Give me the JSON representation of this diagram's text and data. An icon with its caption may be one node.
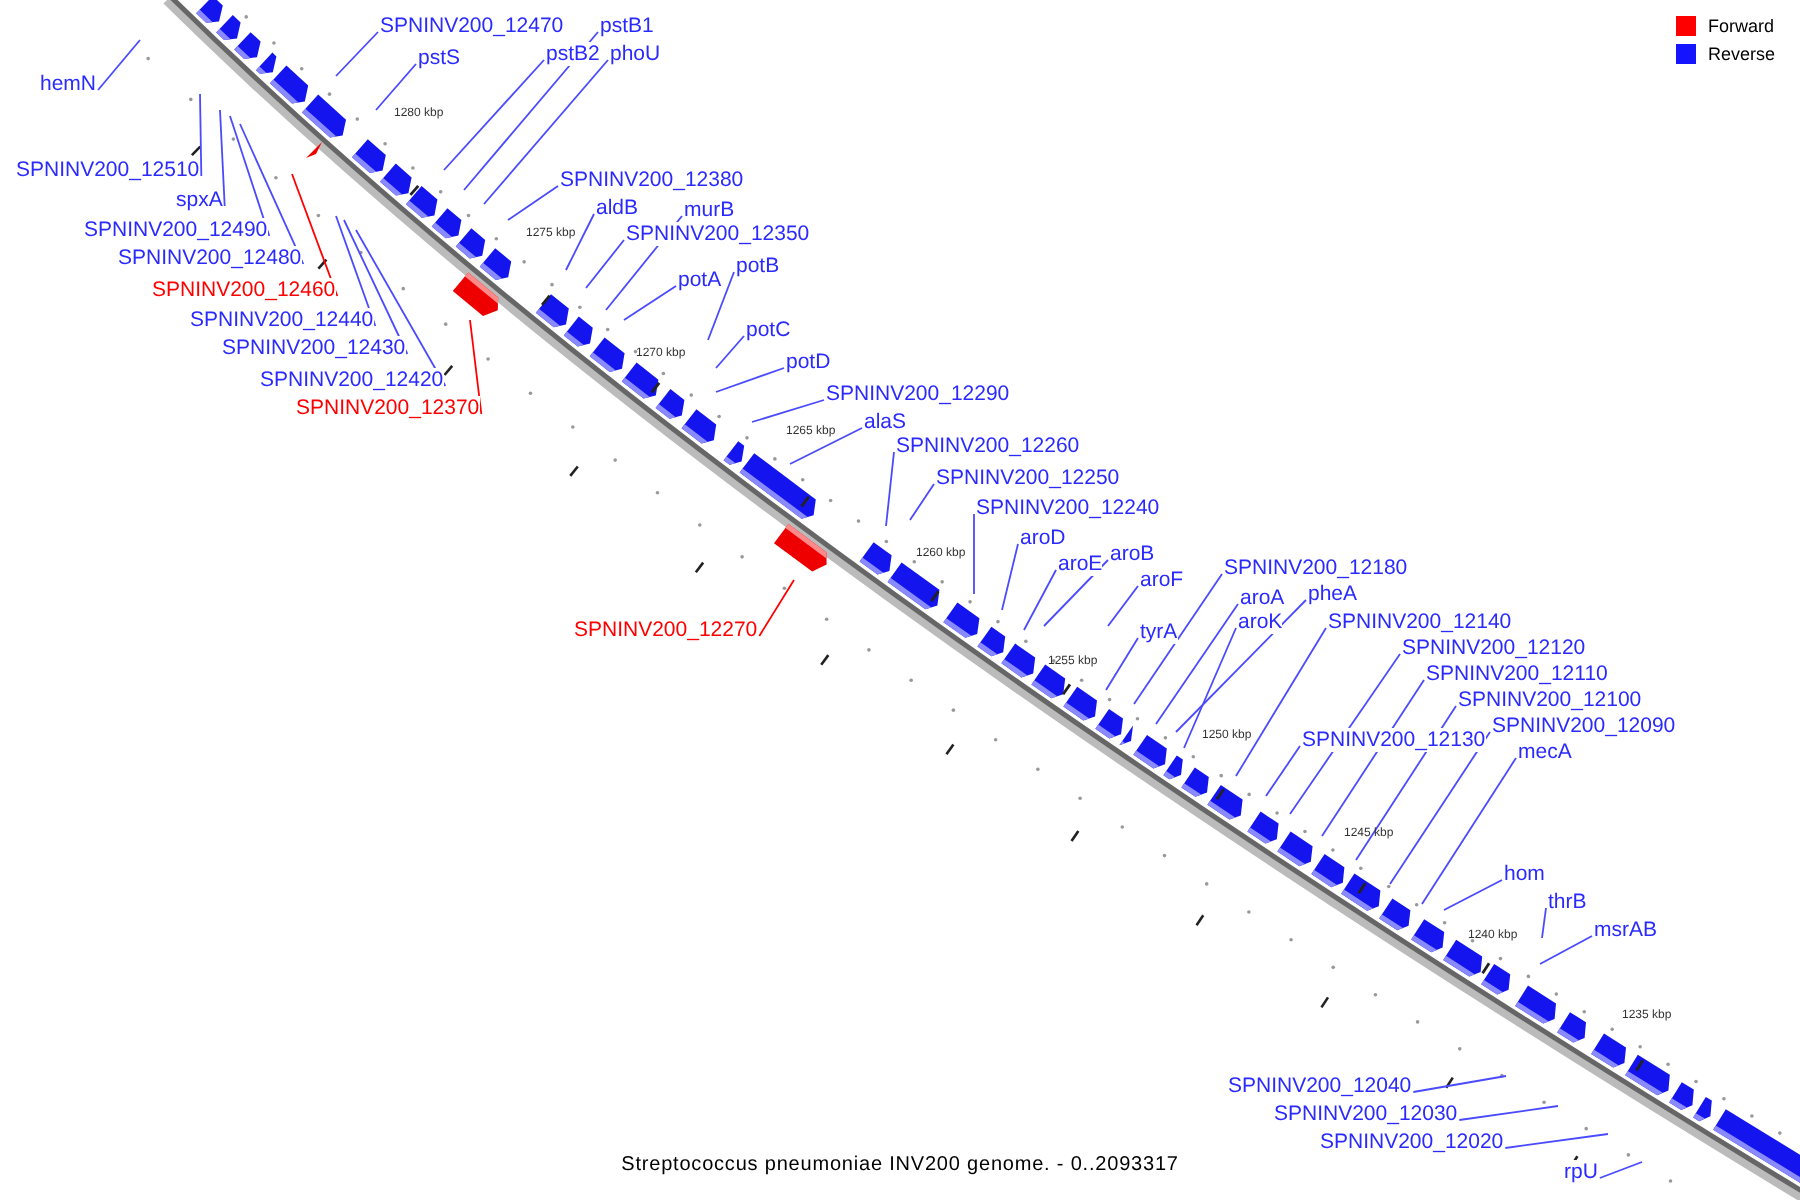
{
  "diagram": {
    "caption": "Streptococcus pneumoniae INV200 genome. - 0..2093317",
    "nodes": [
      {
        "text": [
          "hemN"
        ]
      },
      {
        "text": [
          "SPNINV200_12470"
        ]
      },
      {
        "text": [
          "pstS"
        ]
      },
      {
        "text": [
          "pstB1"
        ]
      },
      {
        "text": [
          "pstB2"
        ]
      },
      {
        "text": [
          "phoU"
        ]
      },
      {
        "text": [
          "SPNINV200_12510"
        ]
      },
      {
        "text": [
          "spxA"
        ]
      },
      {
        "text": [
          "SPNINV200_12490"
        ]
      },
      {
        "text": [
          "SPNINV200_12480"
        ]
      },
      {
        "text": [
          "SPNINV200_12460"
        ]
      },
      {
        "text": [
          "SPNINV200_12440"
        ]
      },
      {
        "text": [
          "SPNINV200_12430"
        ]
      },
      {
        "text": [
          "SPNINV200_12420"
        ]
      },
      {
        "text": [
          "SPNINV200_12370"
        ]
      },
      {
        "text": [
          "SPNINV200_12380"
        ]
      },
      {
        "text": [
          "aldB"
        ]
      },
      {
        "text": [
          "murB"
        ]
      },
      {
        "text": [
          "SPNINV200_12350"
        ]
      },
      {
        "text": [
          "potA"
        ]
      },
      {
        "text": [
          "potB"
        ]
      },
      {
        "text": [
          "potC"
        ]
      },
      {
        "text": [
          "potD"
        ]
      },
      {
        "text": [
          "SPNINV200_12290"
        ]
      },
      {
        "text": [
          "alaS"
        ]
      },
      {
        "text": [
          "SPNINV200_12260"
        ]
      },
      {
        "text": [
          "SPNINV200_12250"
        ]
      },
      {
        "text": [
          "SPNINV200_12240"
        ]
      },
      {
        "text": [
          "aroD"
        ]
      },
      {
        "text": [
          "aroE"
        ]
      },
      {
        "text": [
          "aroB"
        ]
      },
      {
        "text": [
          "aroF"
        ]
      },
      {
        "text": [
          "SPNINV200_12270"
        ]
      },
      {
        "text": [
          "SPNINV200_12180"
        ]
      },
      {
        "text": [
          "aroA"
        ]
      },
      {
        "text": [
          "pheA"
        ]
      },
      {
        "text": [
          "tyrA"
        ]
      },
      {
        "text": [
          "aroK"
        ]
      },
      {
        "text": [
          "SPNINV200_12140"
        ]
      },
      {
        "text": [
          "SPNINV200_12120"
        ]
      },
      {
        "text": [
          "SPNINV200_12110"
        ]
      },
      {
        "text": [
          "SPNINV200_12100"
        ]
      },
      {
        "text": [
          "SPNINV200_12090"
        ]
      },
      {
        "text": [
          "SPNINV200_12130"
        ]
      },
      {
        "text": [
          "mecA"
        ]
      },
      {
        "text": [
          "hom"
        ]
      },
      {
        "text": [
          "thrB"
        ]
      },
      {
        "text": [
          "msrAB"
        ]
      },
      {
        "text": [
          "SPNINV200_12040"
        ]
      },
      {
        "text": [
          "SPNINV200_12030"
        ]
      },
      {
        "text": [
          "SPNINV200_12020"
        ]
      },
      {
        "text": [
          "rpU"
        ]
      }
    ],
    "edges": [
      {
        "from": 0,
        "to": null,
        "arrow": "none"
      },
      {
        "from": 1,
        "to": null,
        "arrow": "none"
      },
      {
        "from": 2,
        "to": null,
        "arrow": "none"
      },
      {
        "from": 3,
        "to": null,
        "arrow": "none"
      },
      {
        "from": 4,
        "to": null,
        "arrow": "none"
      },
      {
        "from": 5,
        "to": null,
        "arrow": "none"
      },
      {
        "from": 6,
        "to": null,
        "arrow": "none"
      },
      {
        "from": 7,
        "to": null,
        "arrow": "none"
      },
      {
        "from": 8,
        "to": null,
        "arrow": "none"
      },
      {
        "from": 9,
        "to": null,
        "arrow": "none"
      },
      {
        "from": 10,
        "to": null,
        "arrow": "none",
        "color": "#ff0000"
      },
      {
        "from": 11,
        "to": null,
        "arrow": "none"
      },
      {
        "from": 12,
        "to": null,
        "arrow": "none"
      },
      {
        "from": 13,
        "to": null,
        "arrow": "none"
      },
      {
        "from": 14,
        "to": null,
        "arrow": "none",
        "color": "#ff0000"
      },
      {
        "from": 15,
        "to": null,
        "arrow": "none"
      },
      {
        "from": 16,
        "to": null,
        "arrow": "none"
      },
      {
        "from": 17,
        "to": null,
        "arrow": "none"
      },
      {
        "from": 18,
        "to": null,
        "arrow": "none"
      },
      {
        "from": 19,
        "to": null,
        "arrow": "none"
      },
      {
        "from": 20,
        "to": null,
        "arrow": "none"
      },
      {
        "from": 21,
        "to": null,
        "arrow": "none"
      },
      {
        "from": 22,
        "to": null,
        "arrow": "none"
      },
      {
        "from": 23,
        "to": null,
        "arrow": "none"
      },
      {
        "from": 24,
        "to": null,
        "arrow": "none"
      },
      {
        "from": 25,
        "to": null,
        "arrow": "none"
      },
      {
        "from": 26,
        "to": null,
        "arrow": "none"
      },
      {
        "from": 27,
        "to": null,
        "arrow": "none"
      },
      {
        "from": 28,
        "to": null,
        "arrow": "none"
      },
      {
        "from": 29,
        "to": null,
        "arrow": "none"
      },
      {
        "from": 30,
        "to": null,
        "arrow": "none"
      },
      {
        "from": 31,
        "to": null,
        "arrow": "none"
      },
      {
        "from": 32,
        "to": null,
        "arrow": "none",
        "color": "#ff0000"
      },
      {
        "from": 33,
        "to": null,
        "arrow": "none"
      },
      {
        "from": 34,
        "to": null,
        "arrow": "none"
      },
      {
        "from": 35,
        "to": null,
        "arrow": "none"
      },
      {
        "from": 36,
        "to": null,
        "arrow": "none"
      },
      {
        "from": 37,
        "to": null,
        "arrow": "none"
      },
      {
        "from": 38,
        "to": null,
        "arrow": "none"
      },
      {
        "from": 39,
        "to": null,
        "arrow": "none"
      },
      {
        "from": 40,
        "to": null,
        "arrow": "none"
      },
      {
        "from": 41,
        "to": null,
        "arrow": "none"
      },
      {
        "from": 42,
        "to": null,
        "arrow": "none"
      },
      {
        "from": 43,
        "to": null,
        "arrow": "none"
      },
      {
        "from": 44,
        "to": null,
        "arrow": "none"
      },
      {
        "from": 45,
        "to": null,
        "arrow": "none"
      },
      {
        "from": 46,
        "to": null,
        "arrow": "none"
      },
      {
        "from": 47,
        "to": null,
        "arrow": "none"
      },
      {
        "from": 48,
        "to": null,
        "arrow": "none"
      },
      {
        "from": 49,
        "to": null,
        "arrow": "none"
      },
      {
        "from": 50,
        "to": null,
        "arrow": "none"
      },
      {
        "from": 51,
        "to": null,
        "arrow": "none"
      }
    ],
    "labels": [
      "1280 kbp",
      "1275 kbp",
      "1270 kbp",
      "1265 kbp",
      "1260 kbp",
      "1255 kbp",
      "1250 kbp",
      "1245 kbp",
      "1240 kbp",
      "1235 kbp"
    ],
    "legend": [
      {
        "text": "Forward",
        "color": "#ff0000"
      },
      {
        "text": "Reverse",
        "color": "#1414ff"
      }
    ]
  }
}
